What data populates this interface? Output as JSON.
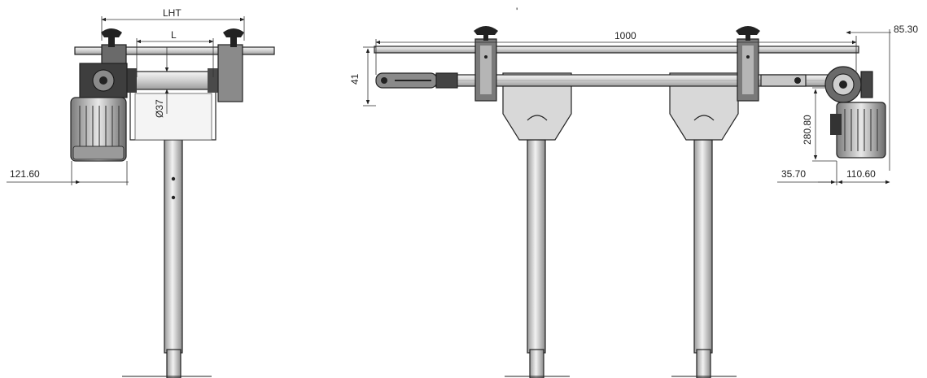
{
  "dimensions": {
    "lht": "LHT",
    "l": "L",
    "diameter": "Ø37",
    "motor_offset_left": "121.60",
    "length": "1000",
    "height_41": "41",
    "offset_85": "85.30",
    "height_280": "280.80",
    "offset_35": "35.70",
    "offset_110": "110.60"
  },
  "colors": {
    "line": "#222222",
    "metal_light": "#e6e6e6",
    "metal_mid": "#bdbdbd",
    "metal_dark": "#5a5a5a",
    "black": "#111111"
  }
}
